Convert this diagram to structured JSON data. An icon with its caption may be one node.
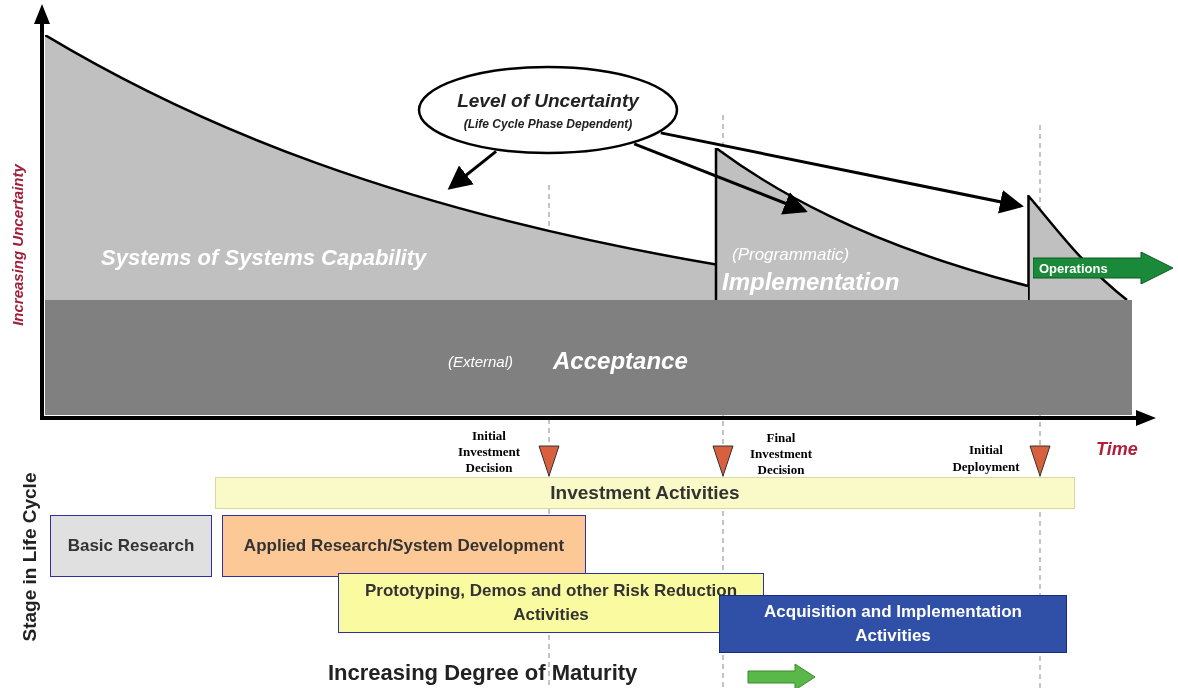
{
  "diagram": {
    "nodes": [
      {
        "text": [
          "Level of Uncertainty",
          "(Life Cycle Phase Dependent)"
        ]
      },
      {
        "text": [
          "Systems of Systems Capability"
        ]
      },
      {
        "text": [
          "(Programmatic)",
          "Implementation"
        ]
      },
      {
        "text": [
          "Operations"
        ]
      },
      {
        "text": [
          "(External)",
          "Acceptance"
        ]
      },
      {
        "text": [
          "Investment Activities"
        ]
      },
      {
        "text": [
          "Basic Research"
        ]
      },
      {
        "text": [
          "Applied Research/System Development"
        ]
      },
      {
        "text": [
          "Prototyping, Demos and other Risk Reduction Activities"
        ]
      },
      {
        "text": [
          "Acquisition and Implementation Activities"
        ]
      },
      {
        "text": [],
        "shape": "wedge"
      }
    ],
    "edges": [
      {
        "from": 0,
        "to": 1,
        "arrow": "to"
      },
      {
        "from": 0,
        "to": 2,
        "arrow": "to"
      },
      {
        "from": 0,
        "to": 10,
        "arrow": "to"
      }
    ],
    "labels": [
      "Increasing Uncertainty",
      "Initial Investment Decision",
      "Final Investment Decision",
      "Initial Deployment",
      "Time",
      "Stage in Life Cycle",
      "Increasing Degree of Maturity"
    ]
  }
}
